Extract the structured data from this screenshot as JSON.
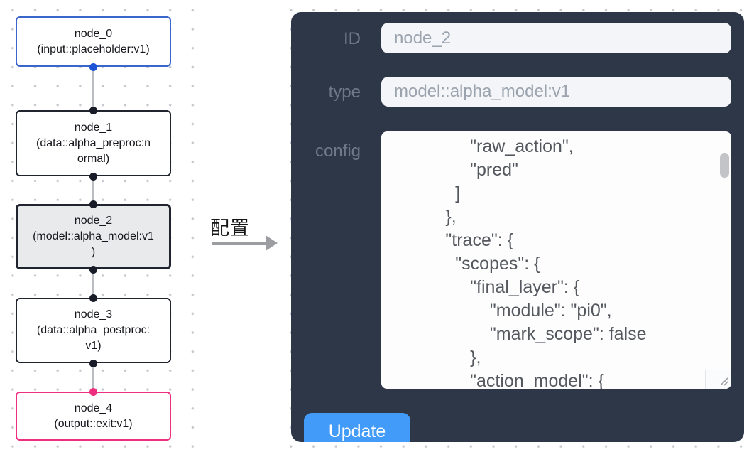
{
  "flow": {
    "nodes": [
      {
        "id": "node_0",
        "lines": [
          "node_0",
          "(input::placeholder:v1)",
          ""
        ],
        "border_color": "#3a66cc",
        "selected": false
      },
      {
        "id": "node_1",
        "lines": [
          "node_1",
          "(data::alpha_preproc:n",
          "ormal)"
        ],
        "border_color": "#20242f",
        "selected": false
      },
      {
        "id": "node_2",
        "lines": [
          "node_2",
          "(model::alpha_model:v1",
          ")"
        ],
        "border_color": "#20242f",
        "selected": true
      },
      {
        "id": "node_3",
        "lines": [
          "node_3",
          "(data::alpha_postproc:",
          "v1)"
        ],
        "border_color": "#20242f",
        "selected": false
      },
      {
        "id": "node_4",
        "lines": [
          "node_4",
          "(output::exit:v1)",
          ""
        ],
        "border_color": "#ee2e7e",
        "selected": false
      }
    ],
    "port_colors": {
      "input": "#1d53d6",
      "default": "#171c28",
      "output": "#ee2e7e"
    }
  },
  "transition": {
    "label": "配置"
  },
  "panel": {
    "background": "#2d3748",
    "fields": {
      "id": {
        "label": "ID",
        "value": "node_2"
      },
      "type": {
        "label": "type",
        "value": "model::alpha_model:v1"
      },
      "config": {
        "label": "config",
        "visible_lines": [
          "                \"raw_action\",",
          "                \"pred\"",
          "             ]",
          "           },",
          "           \"trace\": {",
          "             \"scopes\": {",
          "                \"final_layer\": {",
          "                    \"module\": \"pi0\",",
          "                    \"mark_scope\": false",
          "                },",
          "                \"action_model\": {"
        ]
      }
    },
    "update_button": {
      "label": "Update",
      "color": "#429bf8"
    }
  }
}
